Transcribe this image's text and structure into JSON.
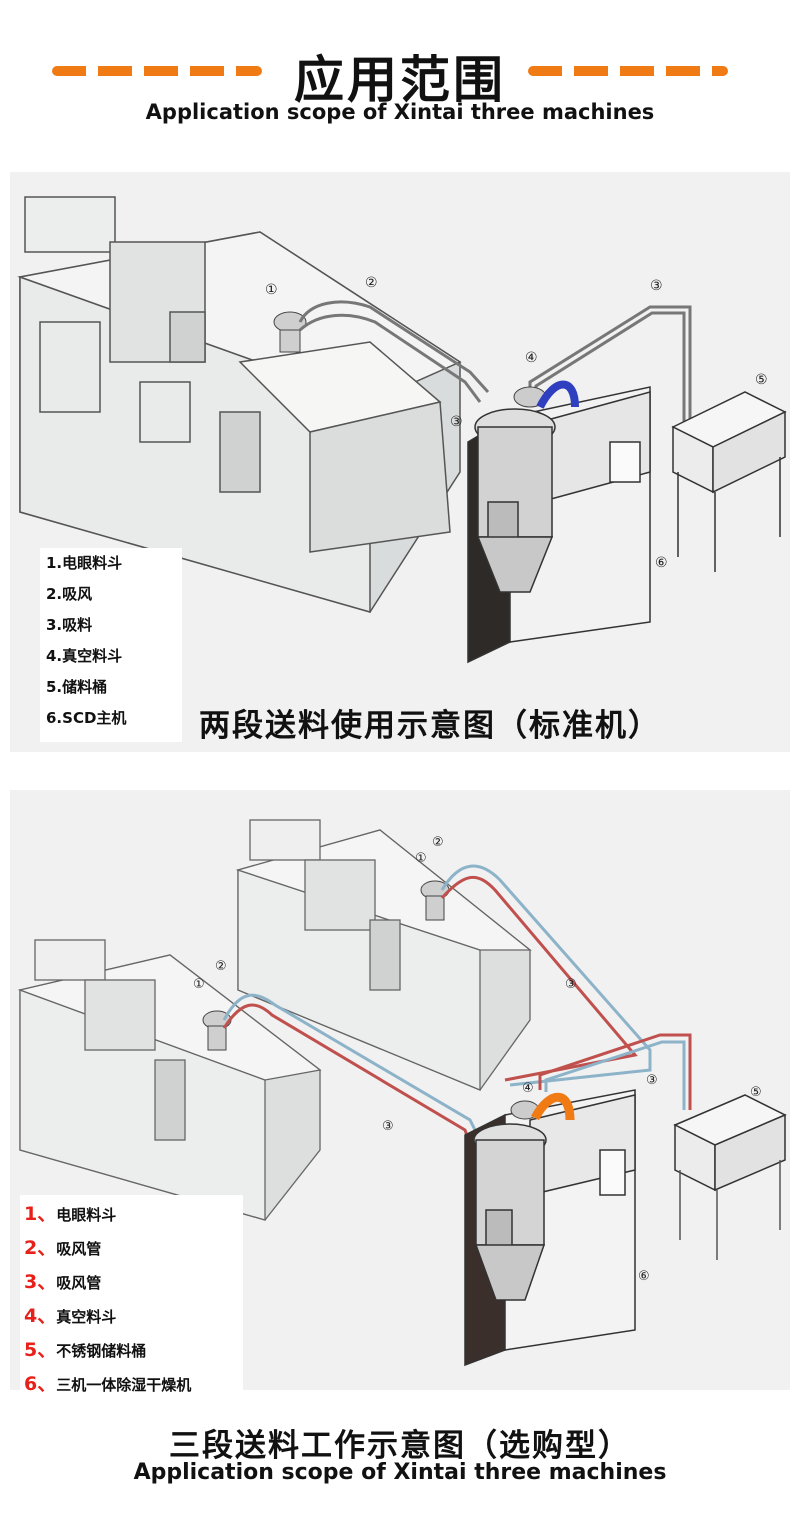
{
  "header": {
    "title": "应用范围",
    "subtitle": "Application scope of Xintai three machines"
  },
  "diagram1": {
    "caption": "两段送料使用示意图（标准机）",
    "callouts": [
      "①",
      "②",
      "③",
      "③",
      "④",
      "⑤",
      "⑥"
    ],
    "legend": [
      "1.电眼料斗",
      "2.吸风",
      "3.吸料",
      "4.真空料斗",
      "5.储料桶",
      "6.SCD主机"
    ]
  },
  "diagram2": {
    "caption": "三段送料工作示意图（选购型）",
    "callouts": [
      "①",
      "②",
      "①",
      "②",
      "③",
      "③",
      "③",
      "④",
      "⑤",
      "⑥"
    ],
    "legend": [
      {
        "num": "1、",
        "text": "电眼料斗"
      },
      {
        "num": "2、",
        "text": "吸风管"
      },
      {
        "num": "3、",
        "text": "吸风管"
      },
      {
        "num": "4、",
        "text": "真空料斗"
      },
      {
        "num": "5、",
        "text": "不锈钢储料桶"
      },
      {
        "num": "6、",
        "text": "三机一体除湿干燥机"
      }
    ]
  },
  "footer": {
    "subtitle": "Application scope of Xintai three machines"
  },
  "colors": {
    "accent_orange": "#f07a14",
    "legend_number_red": "#e8201a",
    "pipe_red": "#c0504d",
    "pipe_blue": "#8db3c9",
    "machine_dark": "#3a2f2b"
  }
}
